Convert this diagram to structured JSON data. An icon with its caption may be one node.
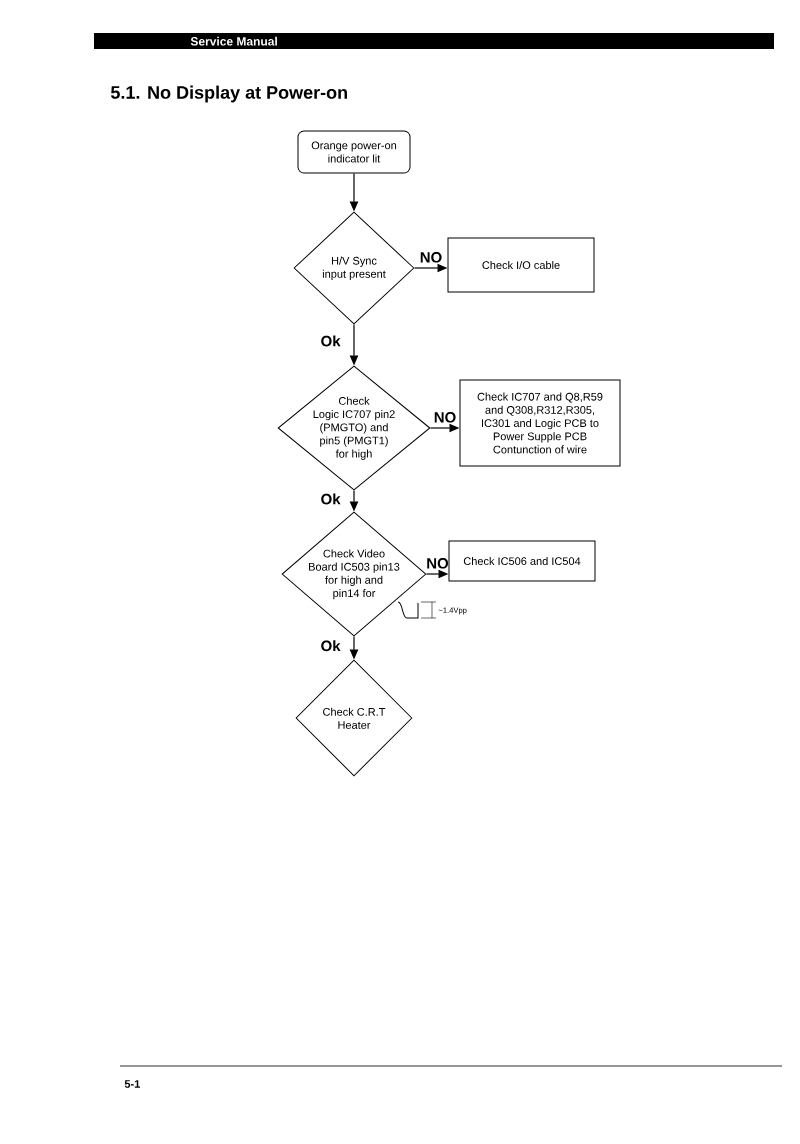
{
  "diagram": {
    "title": "5.1. No Display at Power-on",
    "nodes": [
      {
        "text": [
          "Orange power-on indicator lit"
        ]
      },
      {
        "text": [
          "H/V Sync input present"
        ]
      },
      {
        "text": [
          "Check I/O cable"
        ]
      },
      {
        "text": [
          "Check Logic IC707 pin2 (PMGTO) and pin5 (PMGT1) for high"
        ]
      },
      {
        "text": [
          "Check IC707 and Q8,R59 and Q308,R312,R305, IC301 and Logic PCB to Power Supple PCB Contunction of wire"
        ]
      },
      {
        "text": [
          "Check Video Board IC503 pin13 for high and pin14 for"
        ]
      },
      {
        "text": [
          "Check IC506 and IC504"
        ]
      },
      {
        "text": [
          "Check C.R.T Heater"
        ]
      }
    ],
    "edges": [
      {
        "from": 0,
        "to": 1,
        "arrow": "to"
      },
      {
        "from": 1,
        "to": 2,
        "arrow": "to",
        "label": "NO"
      },
      {
        "from": 1,
        "to": 3,
        "arrow": "to",
        "label": "Ok"
      },
      {
        "from": 3,
        "to": 4,
        "arrow": "to",
        "label": "NO"
      },
      {
        "from": 3,
        "to": 5,
        "arrow": "to",
        "label": "Ok"
      },
      {
        "from": 5,
        "to": 6,
        "arrow": "to",
        "label": "NO"
      },
      {
        "from": 5,
        "to": 7,
        "arrow": "to",
        "label": "Ok"
      }
    ],
    "labels": [
      "Service Manual",
      "~1.4Vpp",
      "5-1"
    ]
  }
}
